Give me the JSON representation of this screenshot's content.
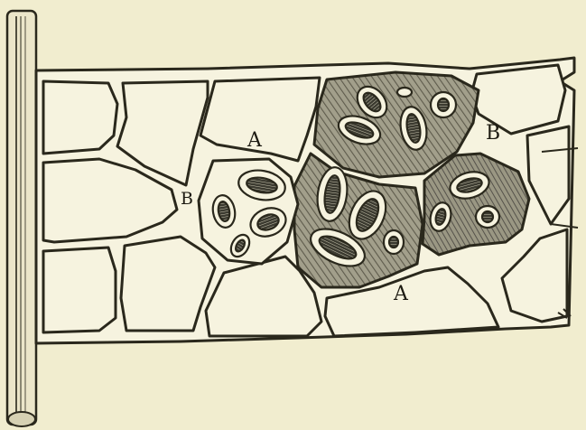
{
  "figure": {
    "labels": {
      "a_upper": "A",
      "a_lower": "A",
      "b_left": "B",
      "b_right": "B"
    },
    "colors": {
      "paper": "#f1edcf",
      "ink": "#2a281c",
      "cell_fill": "#f6f3df",
      "shaded_fill": "#8d8a78",
      "chloroplast_fill": "#3b3a30"
    }
  }
}
